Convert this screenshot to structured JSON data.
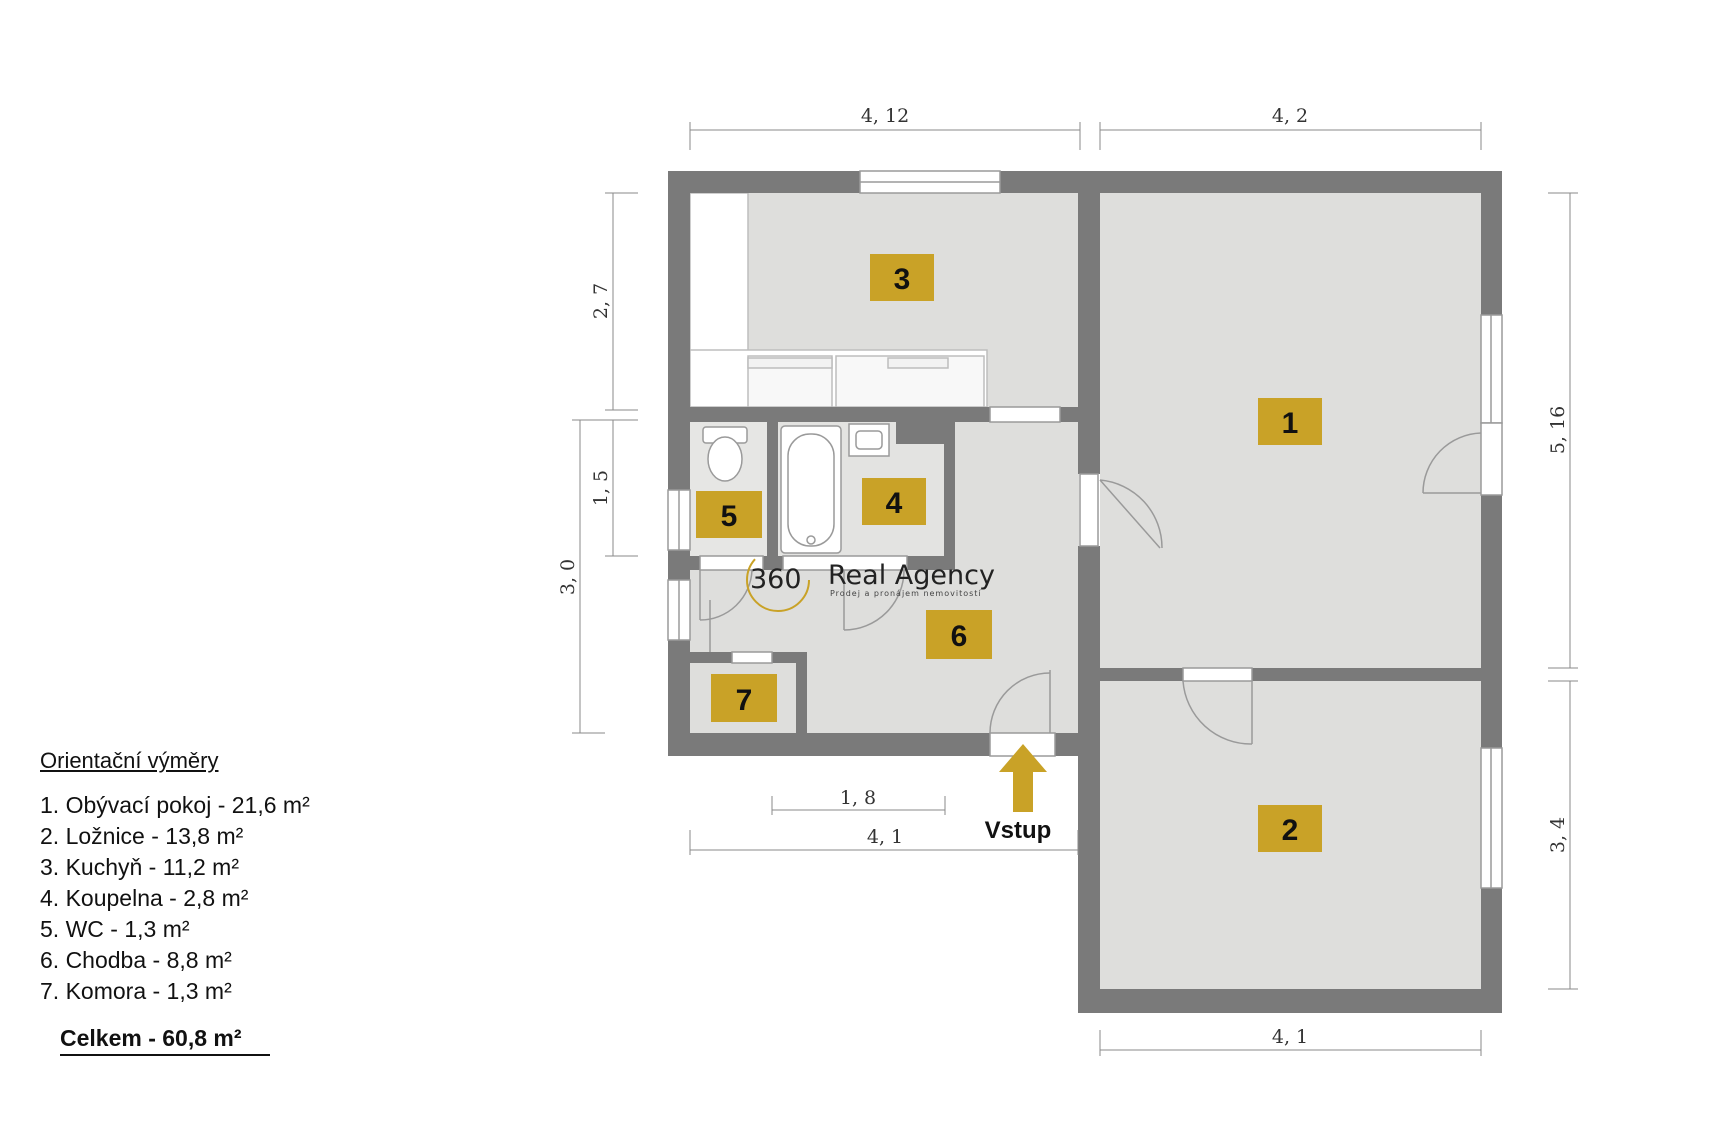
{
  "colors": {
    "wall": "#7a7a7a",
    "floor": "#dededc",
    "label_box": "#c9a227",
    "arrow": "#c9a227",
    "dimension_line": "#8a8a8a"
  },
  "dimensions": {
    "top_left": "4, 12",
    "top_right": "4, 2",
    "left_upper": "2, 7",
    "left_middle": "1, 5",
    "left_lower": "3, 0",
    "right_upper": "5, 16",
    "right_lower": "3, 4",
    "bottom_inner": "1, 8",
    "bottom_left": "4, 1",
    "bottom_right": "4, 1"
  },
  "rooms": [
    "1",
    "2",
    "3",
    "4",
    "5",
    "6",
    "7"
  ],
  "entrance_label": "Vstup",
  "logo": {
    "number": "360",
    "name": "Real Agency",
    "tagline": "Prodej a pronájem nemovitostí"
  },
  "legend": {
    "title": "Orientační výměry",
    "items": [
      "1. Obývací pokoj - 21,6 m²",
      "2. Ložnice - 13,8 m²",
      "3. Kuchyň - 11,2 m²",
      "4. Koupelna - 2,8 m²",
      "5. WC - 1,3 m²",
      "6. Chodba - 8,8 m²",
      "7. Komora - 1,3  m²"
    ],
    "total": "Celkem - 60,8 m²"
  }
}
